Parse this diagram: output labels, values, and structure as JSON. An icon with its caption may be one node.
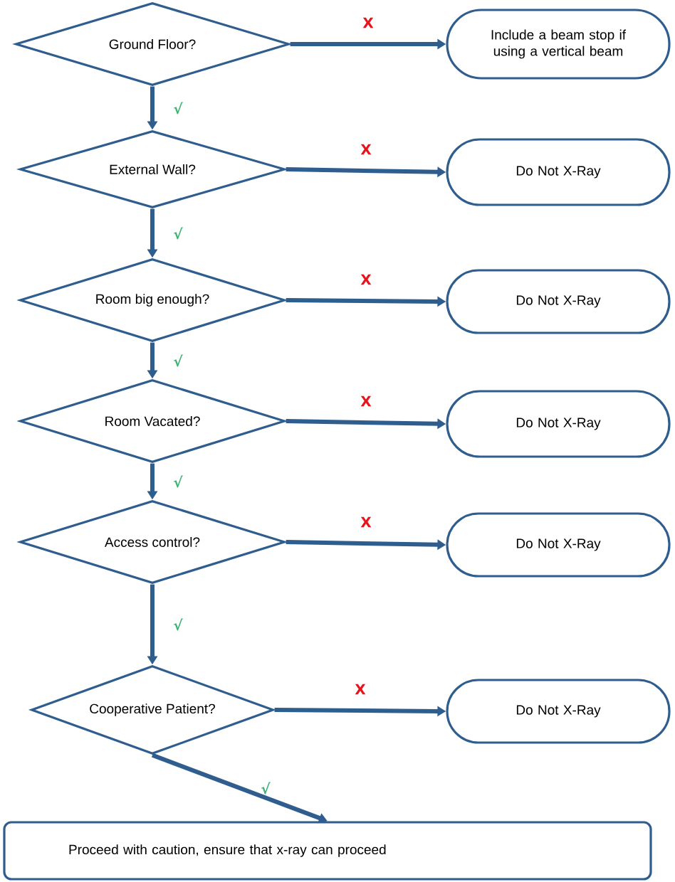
{
  "diagram": {
    "nodes": [
      {
        "text": [
          "Ground Floor?"
        ]
      },
      {
        "text": [
          "Include a beam stop if using a vertical beam"
        ]
      },
      {
        "text": [
          "External Wall?"
        ]
      },
      {
        "text": [
          "Do Not X-Ray"
        ]
      },
      {
        "text": [
          "Room big enough?"
        ]
      },
      {
        "text": [
          "Do Not X-Ray"
        ]
      },
      {
        "text": [
          "Room Vacated?"
        ]
      },
      {
        "text": [
          "Do Not X-Ray"
        ]
      },
      {
        "text": [
          "Access control?"
        ]
      },
      {
        "text": [
          "Do Not X-Ray"
        ]
      },
      {
        "text": [
          "Cooperative Patient?"
        ]
      },
      {
        "text": [
          "Do Not X-Ray"
        ]
      },
      {
        "text": [
          "Proceed with caution, ensure that x-ray can proceed"
        ]
      }
    ],
    "edges": [
      {
        "from": 0,
        "to": 1,
        "arrow": "to",
        "label": "X"
      },
      {
        "from": 0,
        "to": 2,
        "arrow": "to",
        "label": "√"
      },
      {
        "from": 2,
        "to": 3,
        "arrow": "to",
        "label": "X"
      },
      {
        "from": 2,
        "to": 4,
        "arrow": "to",
        "label": "√"
      },
      {
        "from": 4,
        "to": 5,
        "arrow": "to",
        "label": "X"
      },
      {
        "from": 4,
        "to": 6,
        "arrow": "to",
        "label": "√"
      },
      {
        "from": 6,
        "to": 7,
        "arrow": "to",
        "label": "X"
      },
      {
        "from": 6,
        "to": 8,
        "arrow": "to",
        "label": "√"
      },
      {
        "from": 8,
        "to": 9,
        "arrow": "to",
        "label": "X"
      },
      {
        "from": 8,
        "to": 10,
        "arrow": "to",
        "label": "√"
      },
      {
        "from": 10,
        "to": 11,
        "arrow": "to",
        "label": "X"
      },
      {
        "from": 10,
        "to": 12,
        "arrow": "to",
        "label": "√"
      }
    ]
  }
}
